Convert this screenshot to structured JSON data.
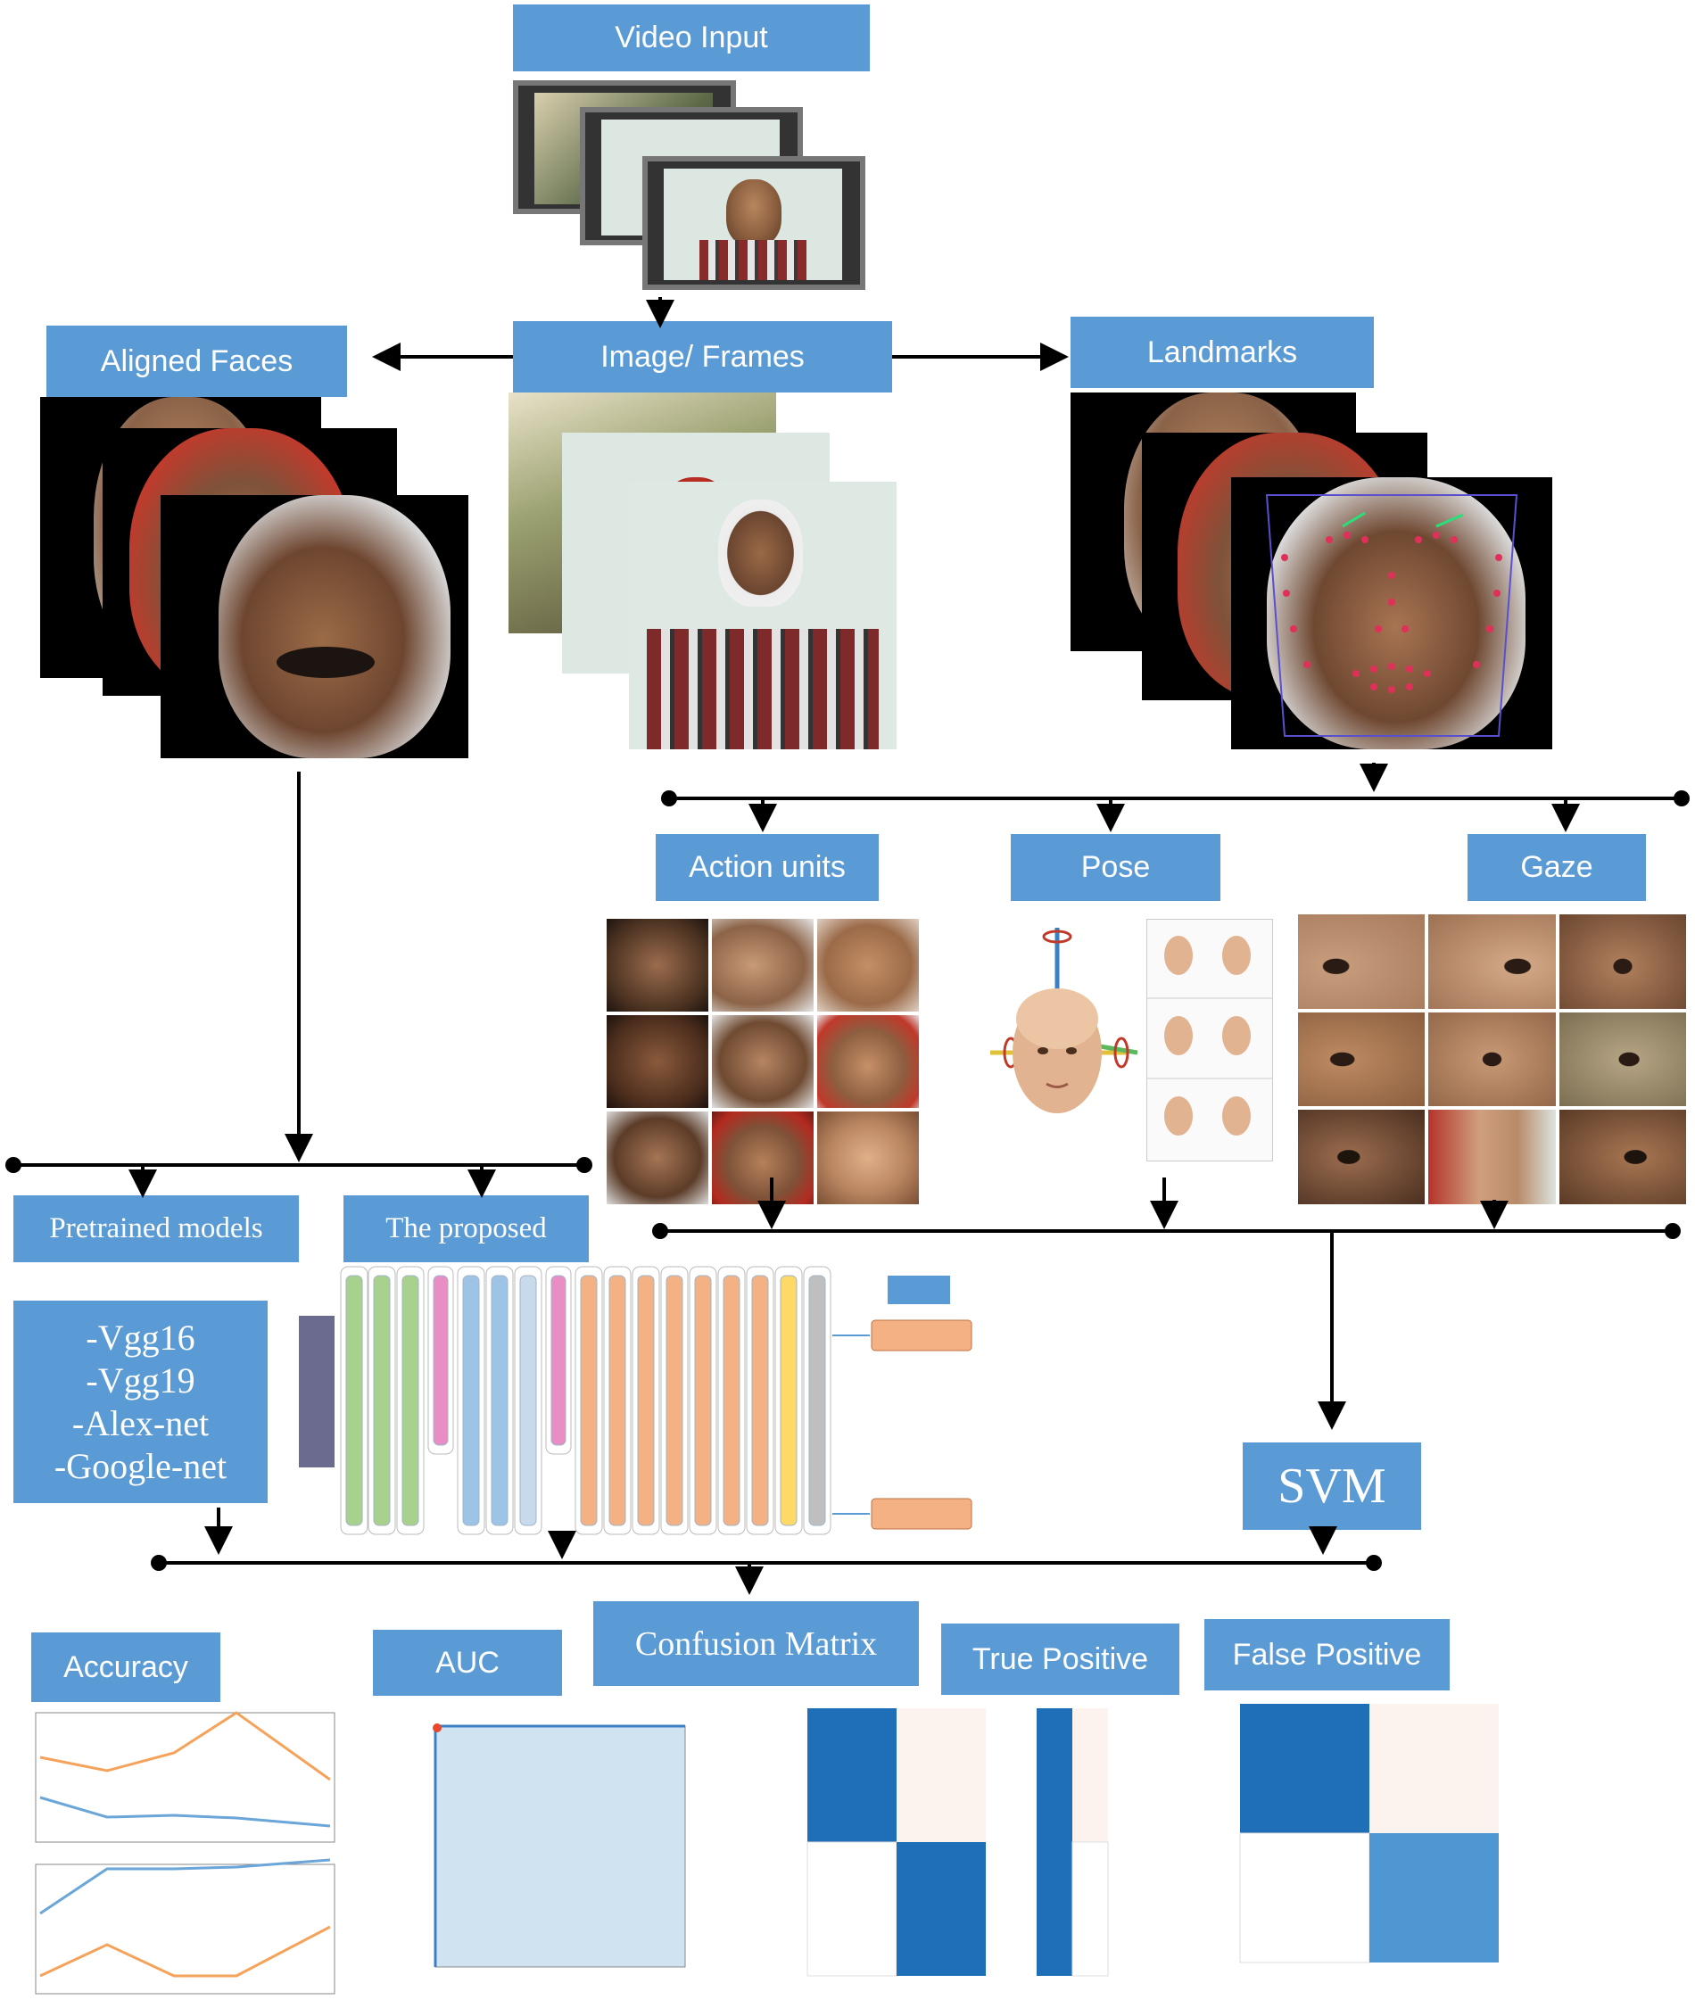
{
  "labels": {
    "video_input": "Video Input",
    "image_frames": "Image/ Frames",
    "aligned_faces": "Aligned Faces",
    "landmarks": "Landmarks",
    "action_units": "Action units",
    "pose": "Pose",
    "gaze": "Gaze",
    "pretrained_models": "Pretrained models",
    "the_proposed": "The proposed",
    "svm": "SVM",
    "accuracy": "Accuracy",
    "auc": "AUC",
    "confusion_matrix": "Confusion Matrix",
    "true_positive": "True Positive",
    "false_positive": "False Positive"
  },
  "models": [
    "-Vgg16",
    "-Vgg19",
    "-Alex-net",
    "-Google-net"
  ],
  "colors": {
    "label_fill": "#5b9bd5",
    "arrow": "#000000",
    "cm_dark": "#1f6fb8",
    "cm_light": "#fdf3ee",
    "cnn_green": "#a9d18e",
    "cnn_pink": "#e88ec4",
    "cnn_blue": "#9dc3e6",
    "cnn_orange": "#f4b183",
    "cnn_yellow": "#ffd966",
    "cnn_gray": "#bfbfbf"
  },
  "icons": [
    "film-strip-icon",
    "face-photo",
    "head-pose-icon",
    "eye-crop-photo",
    "line-chart-thumbnail",
    "roc-chart-thumbnail",
    "confusion-matrix-thumbnail",
    "cnn-architecture-diagram"
  ]
}
